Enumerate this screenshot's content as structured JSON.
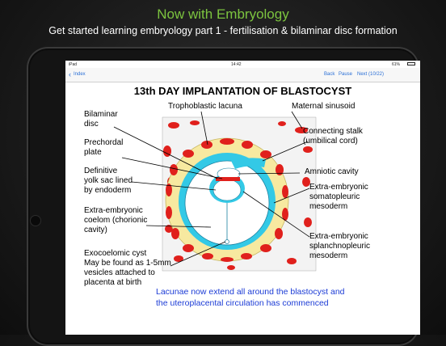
{
  "promo": {
    "headline": "Now with Embryology",
    "subheadline": "Get started learning embryology part 1 -  fertilisation & bilaminar disc formation"
  },
  "status_bar": {
    "carrier": "iPad",
    "time": "14:42",
    "battery": "61%"
  },
  "nav": {
    "back_label": "Index",
    "back": "Back",
    "pause": "Pause",
    "next": "Next (10/22)"
  },
  "slide": {
    "title": "13th DAY IMPLANTATION OF BLASTOCYST",
    "labels": {
      "bilaminar_disc": [
        "Bilaminar",
        "disc"
      ],
      "trophoblastic_lacuna": "Trophoblastic lacuna",
      "maternal_sinusoid": "Maternal sinusoid",
      "prechordal_plate": [
        "Prechordal",
        "plate"
      ],
      "connecting_stalk": [
        "Connecting stalk",
        "(umbilical cord)"
      ],
      "definitive_yolk_sac": [
        "Definitive",
        "yolk sac lined",
        "by endoderm"
      ],
      "amniotic_cavity": "Amniotic cavity",
      "extra_embryonic_somatopleuric": [
        "Extra-embryonic",
        "somatopleuric",
        "mesoderm"
      ],
      "extra_embryonic_coelom": [
        "Extra-embryonic",
        "coelom (chorionic",
        "cavity)"
      ],
      "extra_embryonic_splanchnopleuric": [
        "Extra-embryonic",
        "splanchnopleuric",
        "mesoderm"
      ],
      "exocoelomic_cyst": [
        "Exocoelomic cyst",
        "May be found as 1-5mm",
        "vesicles attached to",
        "placenta at birth"
      ]
    },
    "caption": [
      "Lacunae now extend all around the blastocyst and",
      "the uteroplacental circulation has commenced"
    ]
  },
  "colors": {
    "promo_green": "#7cc43f",
    "caption_blue": "#1c3cd6",
    "ios_blue": "#2a6fd6",
    "lacuna_red": "#e0201c",
    "cytotrophoblast_yellow": "#f7e9a0",
    "mesoderm_cyan": "#33c9e6"
  }
}
